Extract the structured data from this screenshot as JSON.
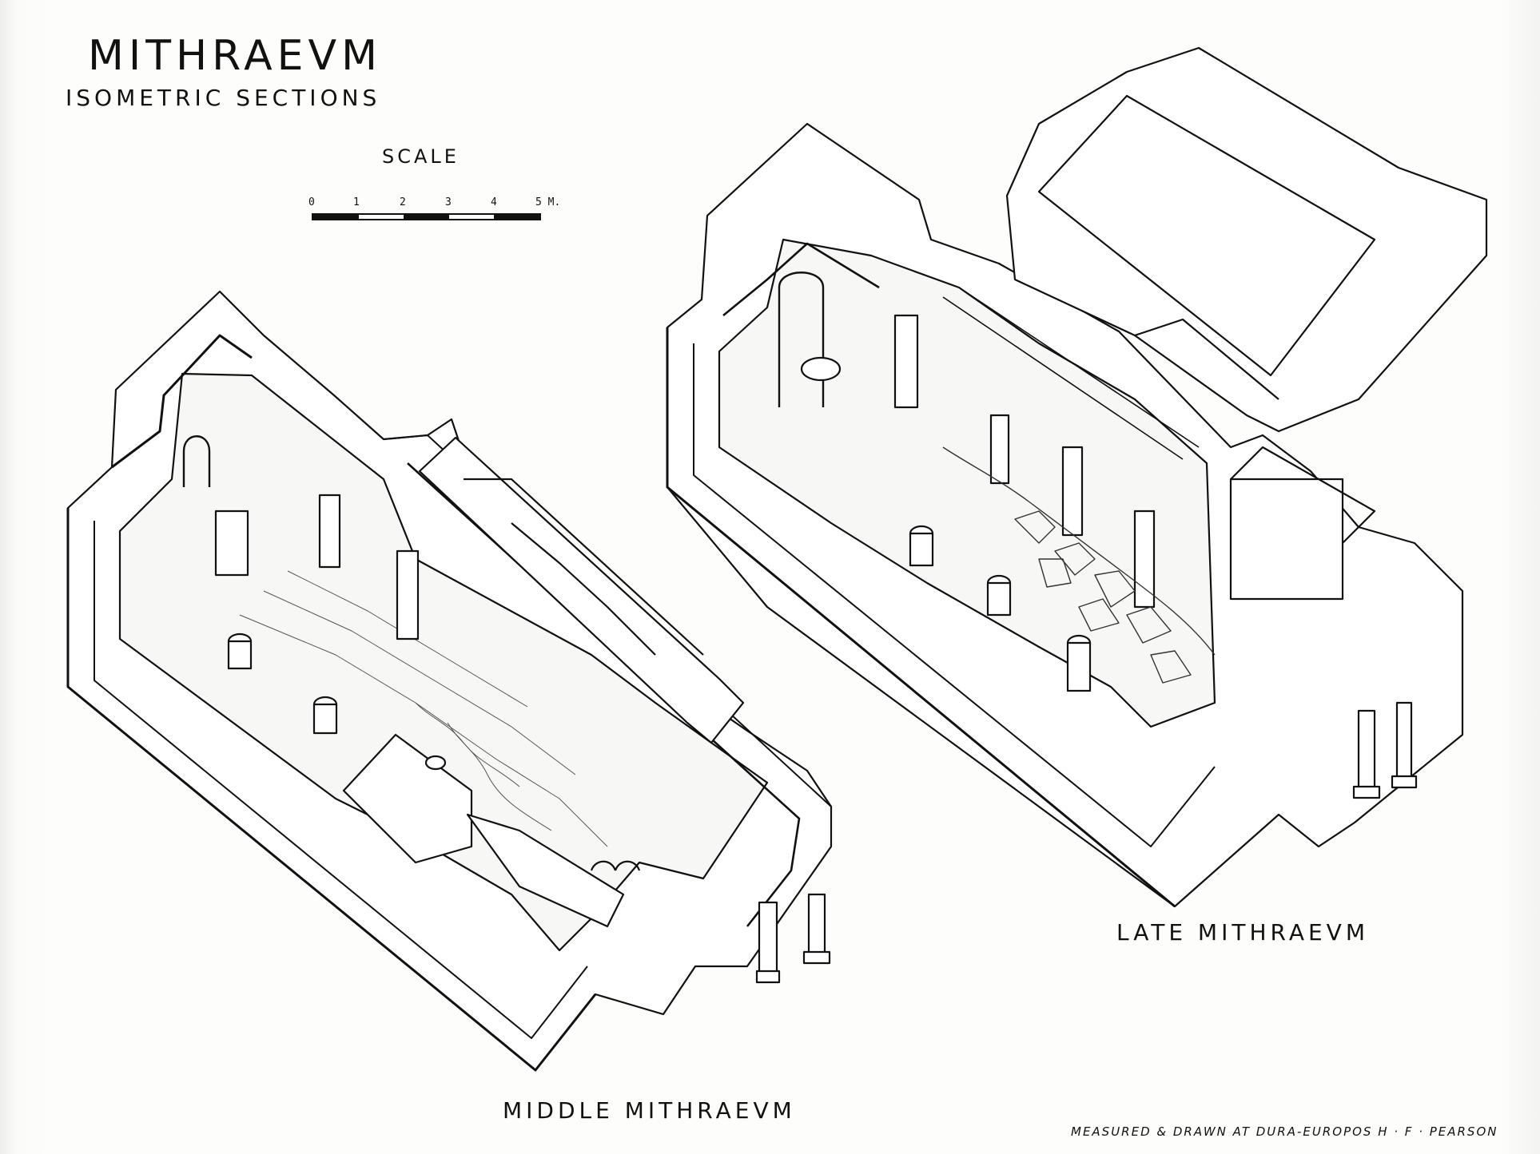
{
  "header": {
    "title": "MITHRAEVM",
    "subtitle": "ISOMETRIC SECTIONS"
  },
  "scale": {
    "title": "SCALE",
    "ticks": [
      "0",
      "1",
      "2",
      "3",
      "4",
      "5 M."
    ]
  },
  "drawings": {
    "middle_label": "MIDDLE MITHRAEVM",
    "late_label": "LATE MITHRAEVM"
  },
  "credit": "MEASURED & DRAWN AT DURA-EUROPOS   H · F · PEARSON"
}
